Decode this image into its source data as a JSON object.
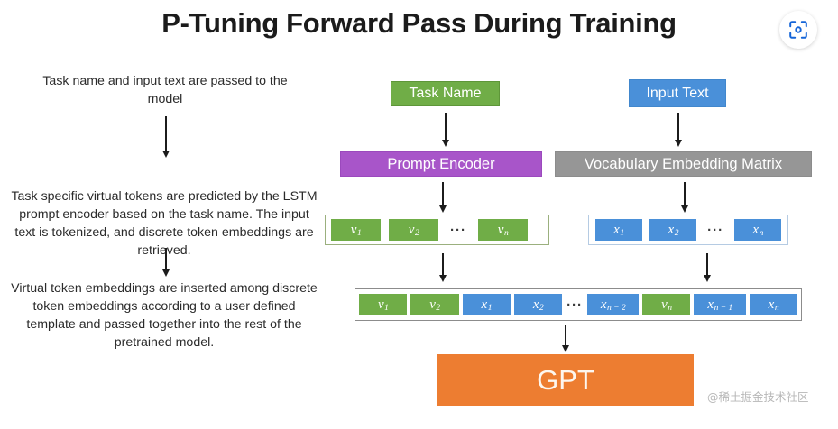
{
  "title": "P-Tuning Forward Pass During Training",
  "scan_button": {
    "icon": "scan-lens-icon",
    "color": "#1565d8"
  },
  "watermark": "@稀土掘金技术社区",
  "annotations": [
    {
      "id": "annotation-1",
      "text": "Task name and input text are passed to the model"
    },
    {
      "id": "annotation-2",
      "text": "Task specific virtual tokens are predicted by the LSTM prompt encoder based on the task name. The input text is tokenized, and discrete token embeddings are retrieved."
    },
    {
      "id": "annotation-3",
      "text": "Virtual token embeddings are inserted among discrete token embeddings according to a user defined template and passed together into the rest of the pretrained model."
    }
  ],
  "nodes": {
    "task_name": {
      "label": "Task Name",
      "color": "#70ad47"
    },
    "input_text": {
      "label": "Input Text",
      "color": "#4a90d9"
    },
    "prompt_encoder": {
      "label": "Prompt Encoder",
      "color": "#a855c9"
    },
    "vocab_matrix": {
      "label": "Vocabulary Embedding Matrix",
      "color": "#969696"
    },
    "gpt": {
      "label": "GPT",
      "color": "#ed7d31"
    }
  },
  "token_strips": {
    "virtual": {
      "name": "virtual-token-embeddings",
      "tokens": [
        {
          "base": "v",
          "sub": "1",
          "type": "virtual"
        },
        {
          "base": "v",
          "sub": "2",
          "type": "virtual"
        },
        {
          "base": "…",
          "sub": "",
          "type": "ellipsis"
        },
        {
          "base": "v",
          "sub": "n",
          "type": "virtual"
        }
      ]
    },
    "discrete": {
      "name": "discrete-token-embeddings",
      "tokens": [
        {
          "base": "x",
          "sub": "1",
          "type": "discrete"
        },
        {
          "base": "x",
          "sub": "2",
          "type": "discrete"
        },
        {
          "base": "…",
          "sub": "",
          "type": "ellipsis"
        },
        {
          "base": "x",
          "sub": "n",
          "type": "discrete"
        }
      ]
    },
    "merged": {
      "name": "merged-token-sequence",
      "tokens": [
        {
          "base": "v",
          "sub": "1",
          "type": "virtual"
        },
        {
          "base": "v",
          "sub": "2",
          "type": "virtual"
        },
        {
          "base": "x",
          "sub": "1",
          "type": "discrete"
        },
        {
          "base": "x",
          "sub": "2",
          "type": "discrete"
        },
        {
          "base": "…",
          "sub": "",
          "type": "ellipsis"
        },
        {
          "base": "x",
          "sub": "n − 2",
          "type": "discrete"
        },
        {
          "base": "v",
          "sub": "n",
          "type": "virtual"
        },
        {
          "base": "x",
          "sub": "n − 1",
          "type": "discrete"
        },
        {
          "base": "x",
          "sub": "n",
          "type": "discrete"
        }
      ]
    }
  },
  "colors": {
    "virtual_token": "#70ad47",
    "discrete_token": "#4a90d9",
    "prompt_encoder": "#a855c9",
    "vocab_matrix": "#969696",
    "gpt": "#ed7d31",
    "title": "#1b1b1b"
  }
}
